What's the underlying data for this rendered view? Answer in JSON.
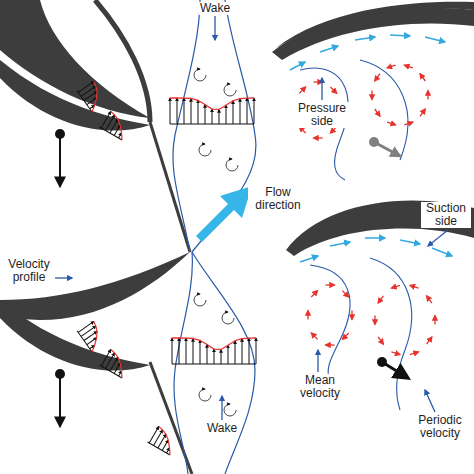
{
  "diagram": {
    "labels": [
      "Wake",
      "Pressure side",
      "Flow direction",
      "Suction side",
      "Velocity profile",
      "Mean velocity",
      "Wake",
      "Periodic velocity"
    ]
  }
}
